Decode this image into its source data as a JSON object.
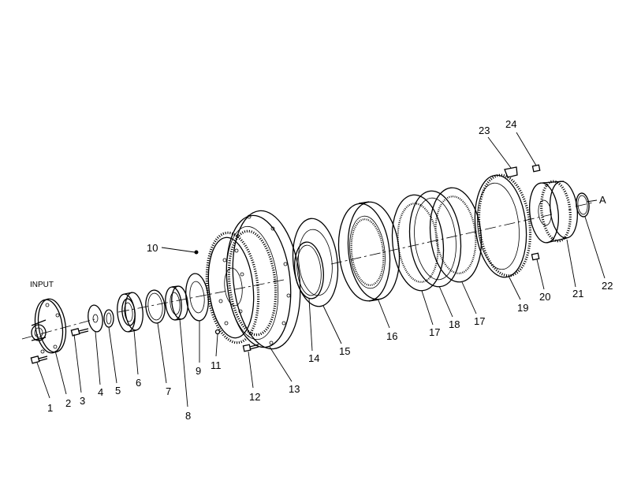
{
  "diagram": {
    "input_label": "INPUT",
    "marker_label": "A",
    "callouts": [
      "1",
      "2",
      "3",
      "4",
      "5",
      "6",
      "7",
      "8",
      "9",
      "10",
      "11",
      "12",
      "13",
      "14",
      "15",
      "16",
      "17",
      "18",
      "17",
      "19",
      "20",
      "21",
      "22",
      "23",
      "24"
    ]
  }
}
